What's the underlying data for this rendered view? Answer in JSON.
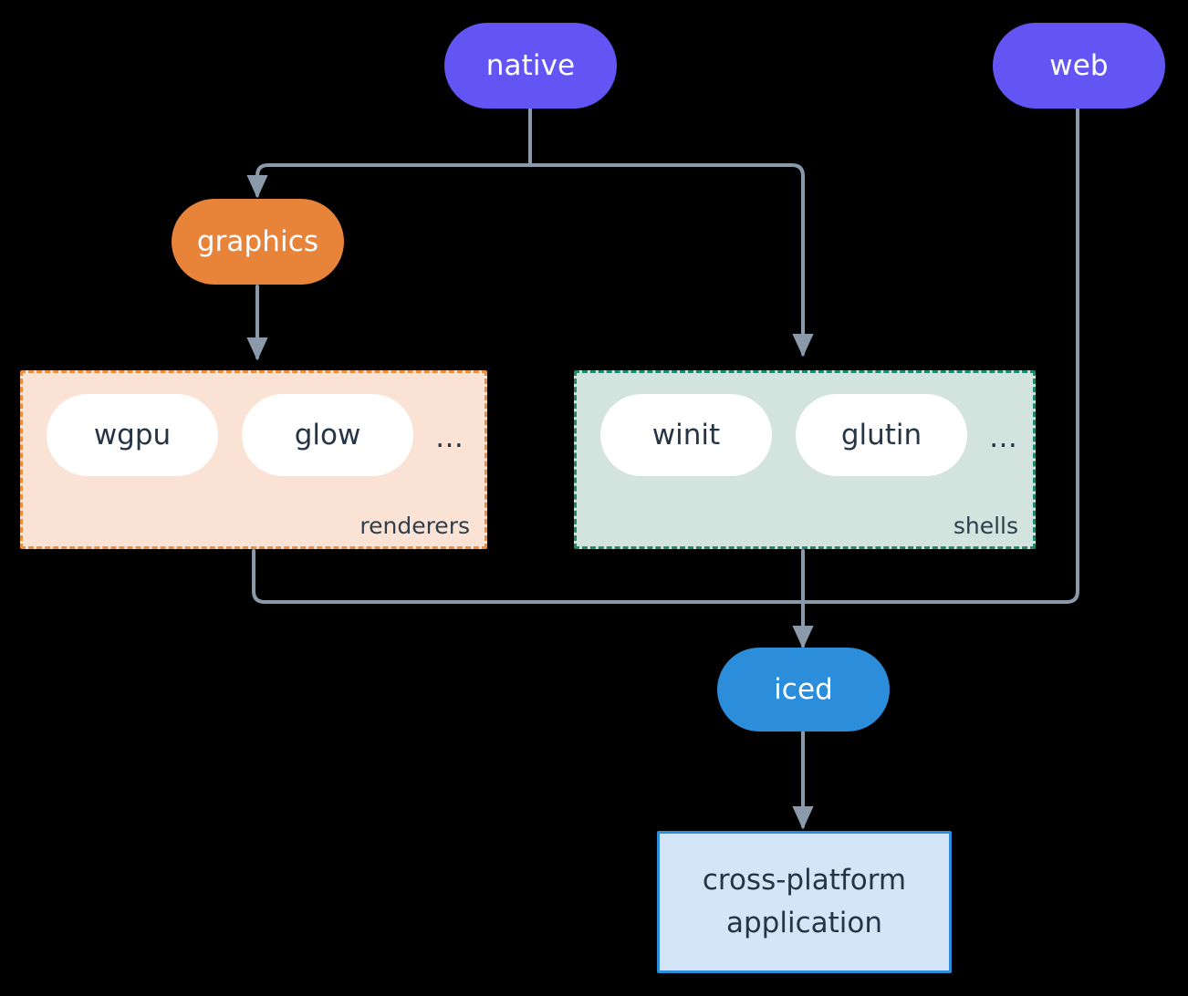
{
  "diagram": {
    "title": "iced architecture",
    "type": "flowchart",
    "background_color": "#000000",
    "edge_color": "#8A9AAB",
    "nodes": [
      {
        "id": "native",
        "label": "native",
        "shape": "pill",
        "color": "#6255F3",
        "text_color": "#ffffff"
      },
      {
        "id": "web",
        "label": "web",
        "shape": "pill",
        "color": "#6255F3",
        "text_color": "#ffffff"
      },
      {
        "id": "graphics",
        "label": "graphics",
        "shape": "pill",
        "color": "#E8833A",
        "text_color": "#ffffff"
      },
      {
        "id": "iced",
        "label": "iced",
        "shape": "pill",
        "color": "#2C8DDA",
        "text_color": "#ffffff"
      },
      {
        "id": "app",
        "label": "cross-platform application",
        "shape": "rectangle",
        "color": "#D3E5F7",
        "text_color": "#253545"
      }
    ],
    "groups": [
      {
        "id": "renderers",
        "label": "renderers",
        "fill": "#FAE3D4",
        "border_color": "#EB8D3F",
        "border_style": "dashed",
        "members": [
          "wgpu",
          "glow"
        ],
        "overflow": "…"
      },
      {
        "id": "shells",
        "label": "shells",
        "fill": "#D3E3DE",
        "border_color": "#1F8A6B",
        "border_style": "dashed",
        "members": [
          "winit",
          "glutin"
        ],
        "overflow": "…"
      }
    ],
    "edges": [
      {
        "from": "native",
        "to": "graphics",
        "arrow": true
      },
      {
        "from": "native",
        "to": "shells",
        "arrow": true
      },
      {
        "from": "graphics",
        "to": "renderers",
        "arrow": true
      },
      {
        "from": "renderers",
        "to": "iced",
        "arrow": true
      },
      {
        "from": "shells",
        "to": "iced",
        "arrow": true
      },
      {
        "from": "web",
        "to": "iced",
        "arrow": true
      },
      {
        "from": "iced",
        "to": "app",
        "arrow": true
      }
    ]
  },
  "labels": {
    "native": "native",
    "web": "web",
    "graphics": "graphics",
    "iced": "iced",
    "app_line1": "cross-platform",
    "app_line2": "application",
    "renderers_label": "renderers",
    "shells_label": "shells",
    "wgpu": "wgpu",
    "glow": "glow",
    "winit": "winit",
    "glutin": "glutin",
    "renderers_more": "…",
    "shells_more": "…"
  }
}
